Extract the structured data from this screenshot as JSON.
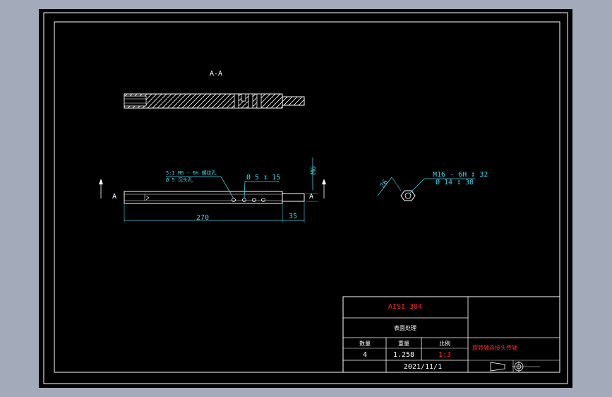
{
  "drawing": {
    "section_title": "A-A",
    "section_marker": "A",
    "notes": {
      "thread_note_line1": "5:1 M6 - 6H 螺纹孔",
      "thread_note_line2": "Ø 5 沉头孔",
      "hole": "Ø 5 ↧ 15",
      "thread_vertical": "M6",
      "right_line1": "M16 - 6H ↧ 32",
      "right_line2": "Ø 14 ↧ 38",
      "hex": "26"
    },
    "dimensions": {
      "length_main": "270",
      "length_end": "35"
    }
  },
  "title_block": {
    "material": "AISI 304",
    "surface": "表面处理",
    "headers": {
      "qty": "数量",
      "weight": "重量",
      "scale": "比例"
    },
    "values": {
      "qty": "4",
      "weight": "1.258",
      "scale": "1:3"
    },
    "part_name": "旋转轴连接头传轴",
    "date": "2021/11/1"
  },
  "colors": {
    "sheet": "#000000",
    "background": "#a3aab9",
    "line": "#ffffff",
    "dimension": "#3fd1e0",
    "highlight": "#ff2a2a"
  }
}
